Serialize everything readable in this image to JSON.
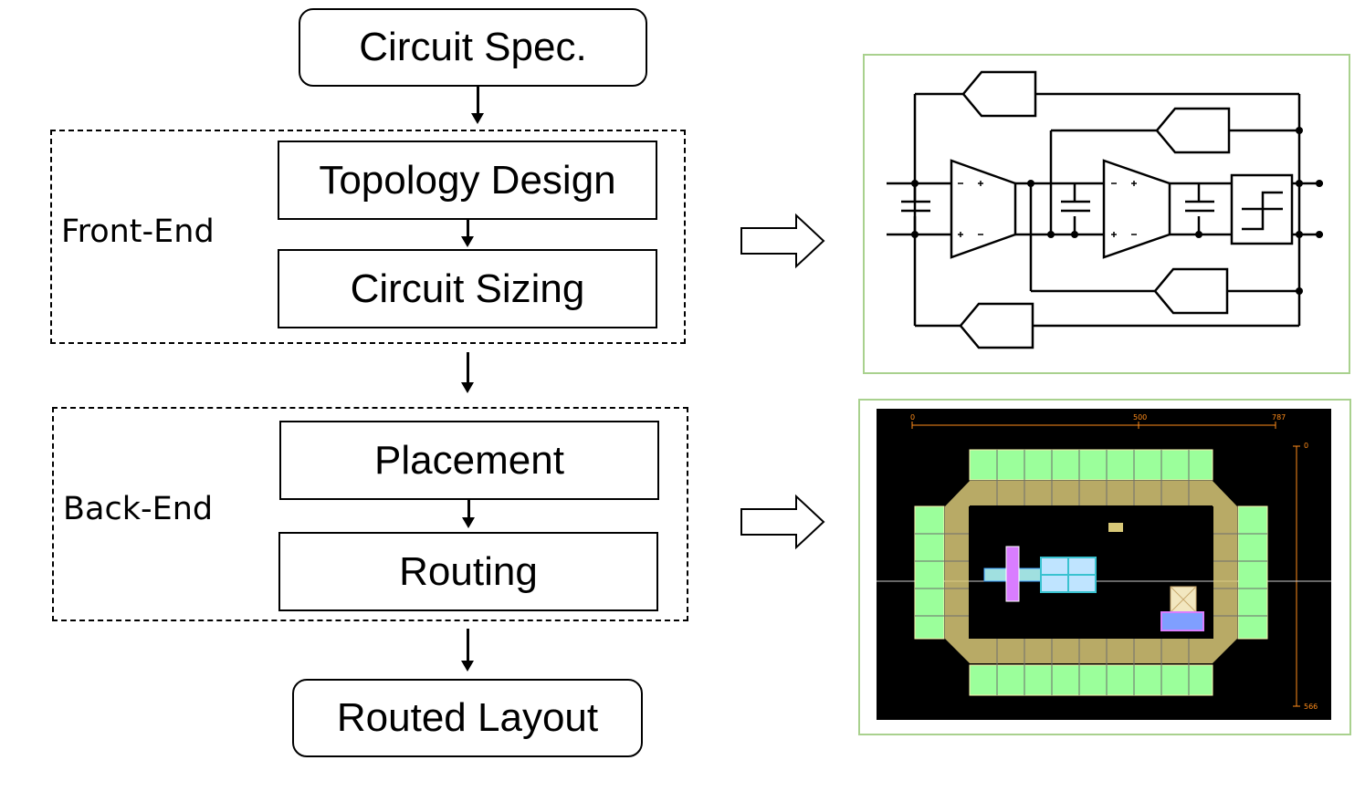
{
  "flow": {
    "spec": "Circuit Spec.",
    "topology": "Topology Design",
    "sizing": "Circuit Sizing",
    "placement": "Placement",
    "routing": "Routing",
    "routed": "Routed Layout"
  },
  "stages": {
    "front_end": "Front-End",
    "back_end": "Back-End"
  },
  "layout_view": {
    "ruler_top": [
      "0",
      "500",
      "787"
    ],
    "ruler_right": [
      "0",
      "566"
    ]
  },
  "colors": {
    "panel_border": "#a9d18e",
    "layout_background": "#000000",
    "pad_fill": "#9bff9b",
    "ruler": "#ff8c1a"
  }
}
